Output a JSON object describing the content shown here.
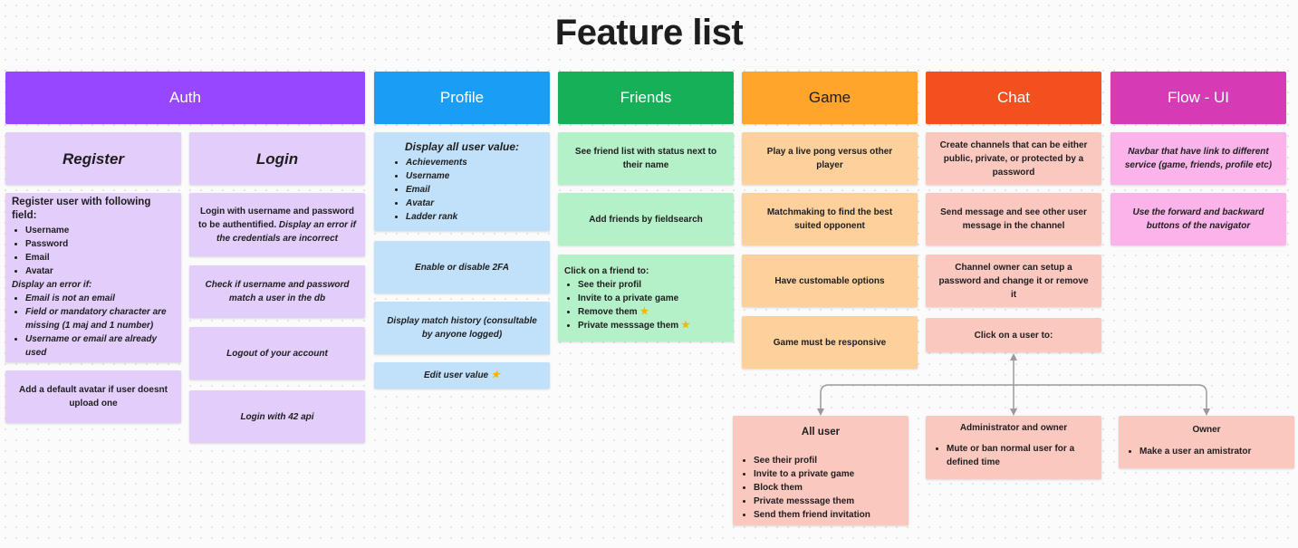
{
  "title": "Feature list",
  "colors": {
    "auth": "#9747ff",
    "profile": "#1a9ef5",
    "friends": "#15b058",
    "game": "#ffa52c",
    "chat": "#f2501e",
    "flow": "#d43bb5",
    "auth_note": "#e2cdfb",
    "profile_note": "#c1e1fb",
    "friends_note": "#b4f0c8",
    "game_note": "#fdd09c",
    "chat_note": "#fbc8c0",
    "flow_note": "#fab4ea"
  },
  "headers": {
    "auth": "Auth",
    "profile": "Profile",
    "friends": "Friends",
    "game": "Game",
    "chat": "Chat",
    "flow": "Flow - UI"
  },
  "auth": {
    "register_title": "Register",
    "login_title": "Login",
    "register_fields_title": "Register user with following field:",
    "register_fields": [
      "Username",
      "Password",
      "Email",
      "Avatar"
    ],
    "register_errors_title": "Display an error if:",
    "register_errors": [
      "Email is not an email",
      "Field or mandatory character are missing (1 maj and 1 number)",
      "Username or email are already used"
    ],
    "default_avatar": "Add a default avatar if user doesnt upload one",
    "login_desc_normal": "Login with username and password to be authentified.",
    "login_desc_italic": "Display an error if the credentials are incorrect",
    "check_login": "Check if username and password match a user in the db",
    "logout": "Logout of your account",
    "login_api": "Login with 42 api"
  },
  "profile": {
    "display_title": "Display all user value:",
    "display_items": [
      "Achievements",
      "Username",
      "Email",
      "Avatar",
      "Ladder rank"
    ],
    "twofa": "Enable or disable 2FA",
    "match_history": "Display match history (consultable by anyone logged)",
    "edit_value": "Edit user value"
  },
  "friends": {
    "list_status": "See friend list with status next to their name",
    "add_friends": "Add friends by fieldsearch",
    "click_title": "Click on a friend to:",
    "click_items": [
      "See their profil",
      "Invite to a private game",
      "Remove them",
      "Private messsage them"
    ]
  },
  "game": {
    "live_pong": "Play a live pong versus other player",
    "matchmaking": "Matchmaking to find the best suited opponent",
    "options": "Have customable options",
    "responsive": "Game must be responsive"
  },
  "chat": {
    "channels": "Create channels that can be either public, private, or protected by a password",
    "send_message": "Send message and see other user message in the channel",
    "owner_password": "Channel owner can setup a password and change it or remove it",
    "click_user": "Click on a user to:",
    "all_user_title": "All user",
    "all_user_items": [
      "See their profil",
      "Invite to a private game",
      "Block them",
      "Private messsage them",
      "Send them friend invitation"
    ],
    "admin_title": "Administrator and owner",
    "admin_items": [
      "Mute or ban normal user for a defined time"
    ],
    "owner_title": "Owner",
    "owner_items": [
      "Make a user an amistrator"
    ]
  },
  "flow": {
    "navbar": "Navbar that have link to different service (game, friends, profile etc)",
    "navigator": "Use the forward and backward buttons of the navigator"
  },
  "icons": {
    "star": "star-icon",
    "arrow": "arrow-head-icon"
  }
}
